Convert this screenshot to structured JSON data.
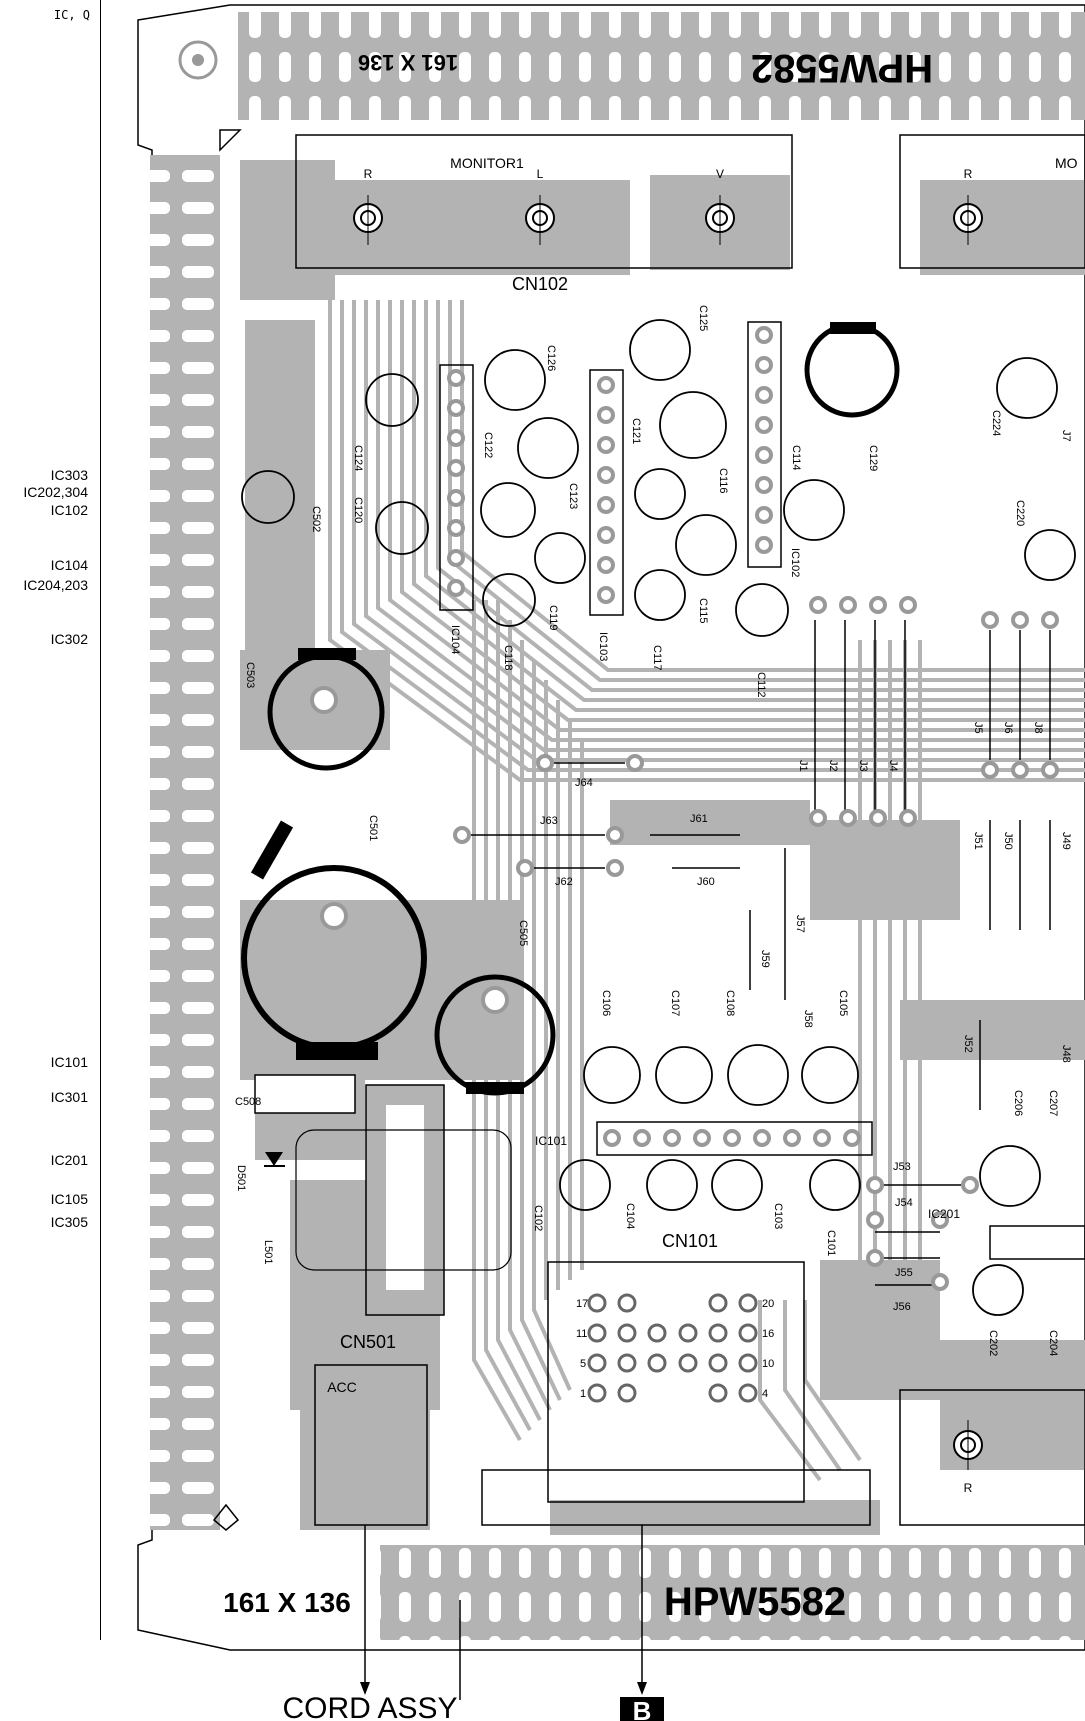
{
  "sidebar": {
    "header": "IC, Q",
    "labels": [
      "IC303",
      "IC202,304",
      "IC102",
      "IC104",
      "IC204,203",
      "IC302",
      "IC101",
      "IC301",
      "IC201",
      "IC105",
      "IC305"
    ]
  },
  "board": {
    "size_text_top": "161 X 136",
    "part_number_top": "HPW5582",
    "size_text_bottom": "161 X 136",
    "part_number_bottom": "HPW5582",
    "monitor1_label": "MONITOR1",
    "monitor2_label": "MO",
    "jack_r": "R",
    "jack_l": "L",
    "jack_v": "V",
    "cn102": "CN102",
    "cn101": "CN101",
    "cn501": "CN501",
    "acc": "ACC",
    "ic101": "IC101",
    "ic201": "IC201",
    "connector_pins": [
      "17",
      "20",
      "11",
      "16",
      "5",
      "10",
      "1",
      "4"
    ],
    "components": [
      "C126",
      "C125",
      "C124",
      "C122",
      "C123",
      "C121",
      "C116",
      "C114",
      "C129",
      "C120",
      "C502",
      "C118",
      "C119",
      "C117",
      "C115",
      "C112",
      "C224",
      "C503",
      "C501",
      "C505",
      "C508",
      "D501",
      "L501",
      "C106",
      "C107",
      "C108",
      "C105",
      "C102",
      "C104",
      "C103",
      "C101",
      "C202",
      "C204",
      "C206",
      "C207",
      "C220",
      "IC104",
      "IC103",
      "IC102"
    ],
    "jumpers": [
      "J64",
      "J63",
      "J62",
      "J61",
      "J60",
      "J59",
      "J58",
      "J57",
      "J1",
      "J2",
      "J3",
      "J4",
      "J5",
      "J6",
      "J7",
      "J8",
      "J49",
      "J50",
      "J51",
      "J52",
      "J53",
      "J54",
      "J55",
      "J56",
      "J48"
    ]
  },
  "callouts": {
    "cord_assy": "CORD ASSY",
    "b_marker": "B"
  },
  "colors": {
    "copper": "#b3b3b3",
    "board_outline": "#000000"
  }
}
